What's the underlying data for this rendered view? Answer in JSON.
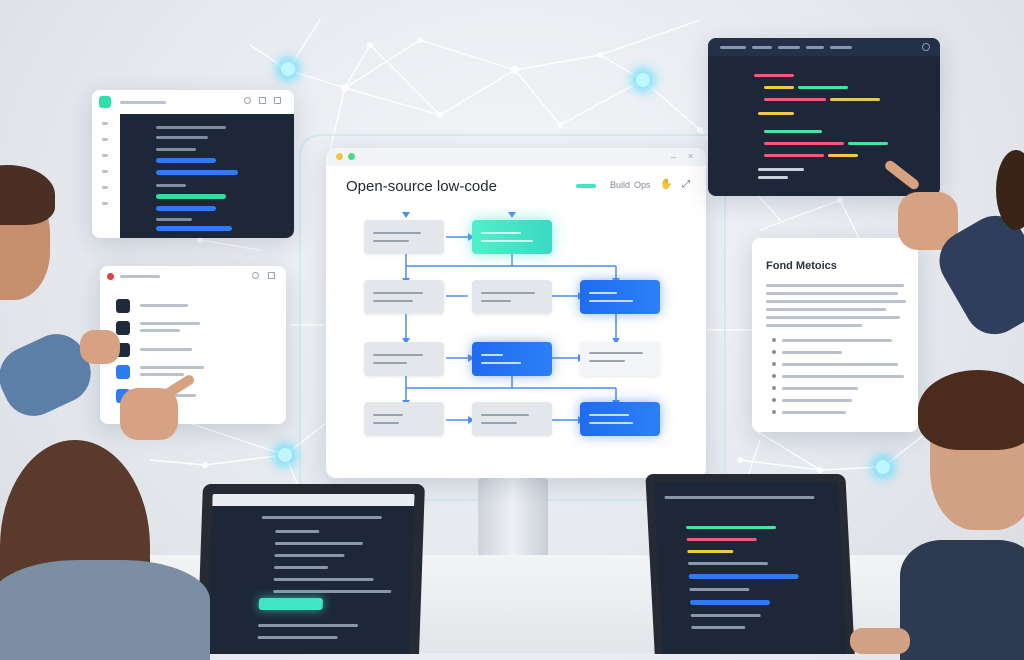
{
  "main_window": {
    "title": "Open-source low-code",
    "toolbar_tabs": [
      "",
      "Build",
      "Ops"
    ]
  },
  "side_panel": {
    "title": "Fond Metoics"
  },
  "colors": {
    "teal_accent": "#3ee6c6",
    "blue_accent": "#1f6cf0",
    "dark_panel": "#1d2738",
    "glow": "#6fe4ff"
  }
}
